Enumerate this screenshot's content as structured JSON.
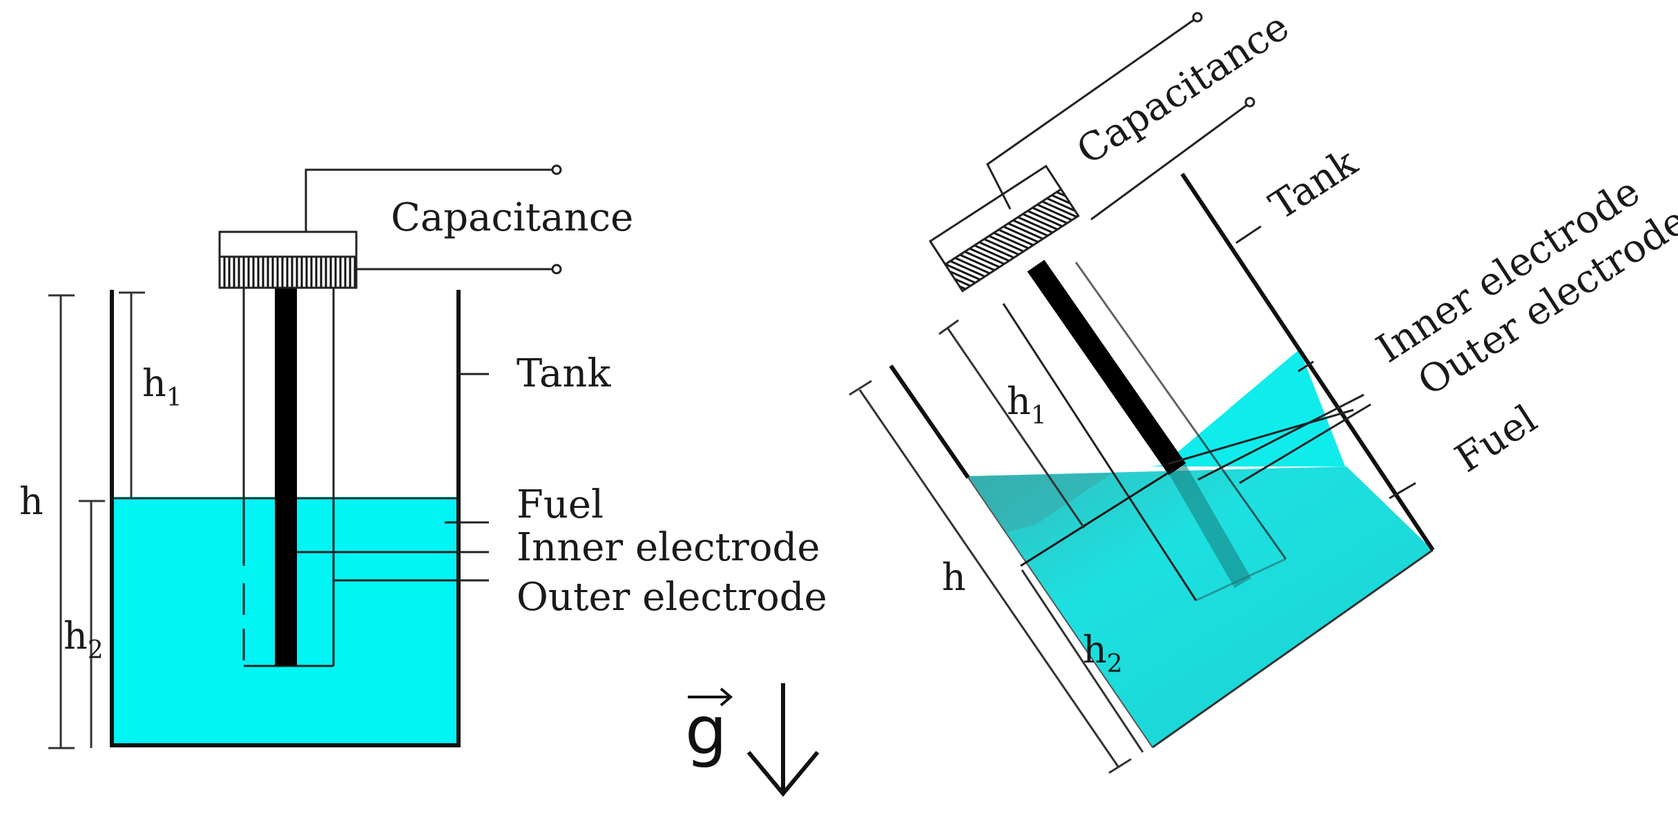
{
  "left_diagram": {
    "labels": {
      "capacitance": "Capacitance",
      "tank": "Tank",
      "fuel": "Fuel",
      "inner_electrode": "Inner electrode",
      "outer_electrode": "Outer electrode",
      "h": "h",
      "h1_base": "h",
      "h1_sub": "1",
      "h2_base": "h",
      "h2_sub": "2"
    }
  },
  "right_diagram": {
    "labels": {
      "capacitance": "Capacitance",
      "tank": "Tank",
      "inner_electrode": "Inner electrode",
      "outer_electrode": "Outer electrode",
      "fuel": "Fuel",
      "h": "h",
      "h1_base": "h",
      "h1_sub": "1",
      "h2_base": "h",
      "h2_sub": "2"
    }
  },
  "gravity": {
    "symbol": "g"
  },
  "colors": {
    "fuel": "#00f5f5",
    "fuel_tilted": "#1fdede",
    "line": "#222222",
    "electrode": "#000000"
  }
}
